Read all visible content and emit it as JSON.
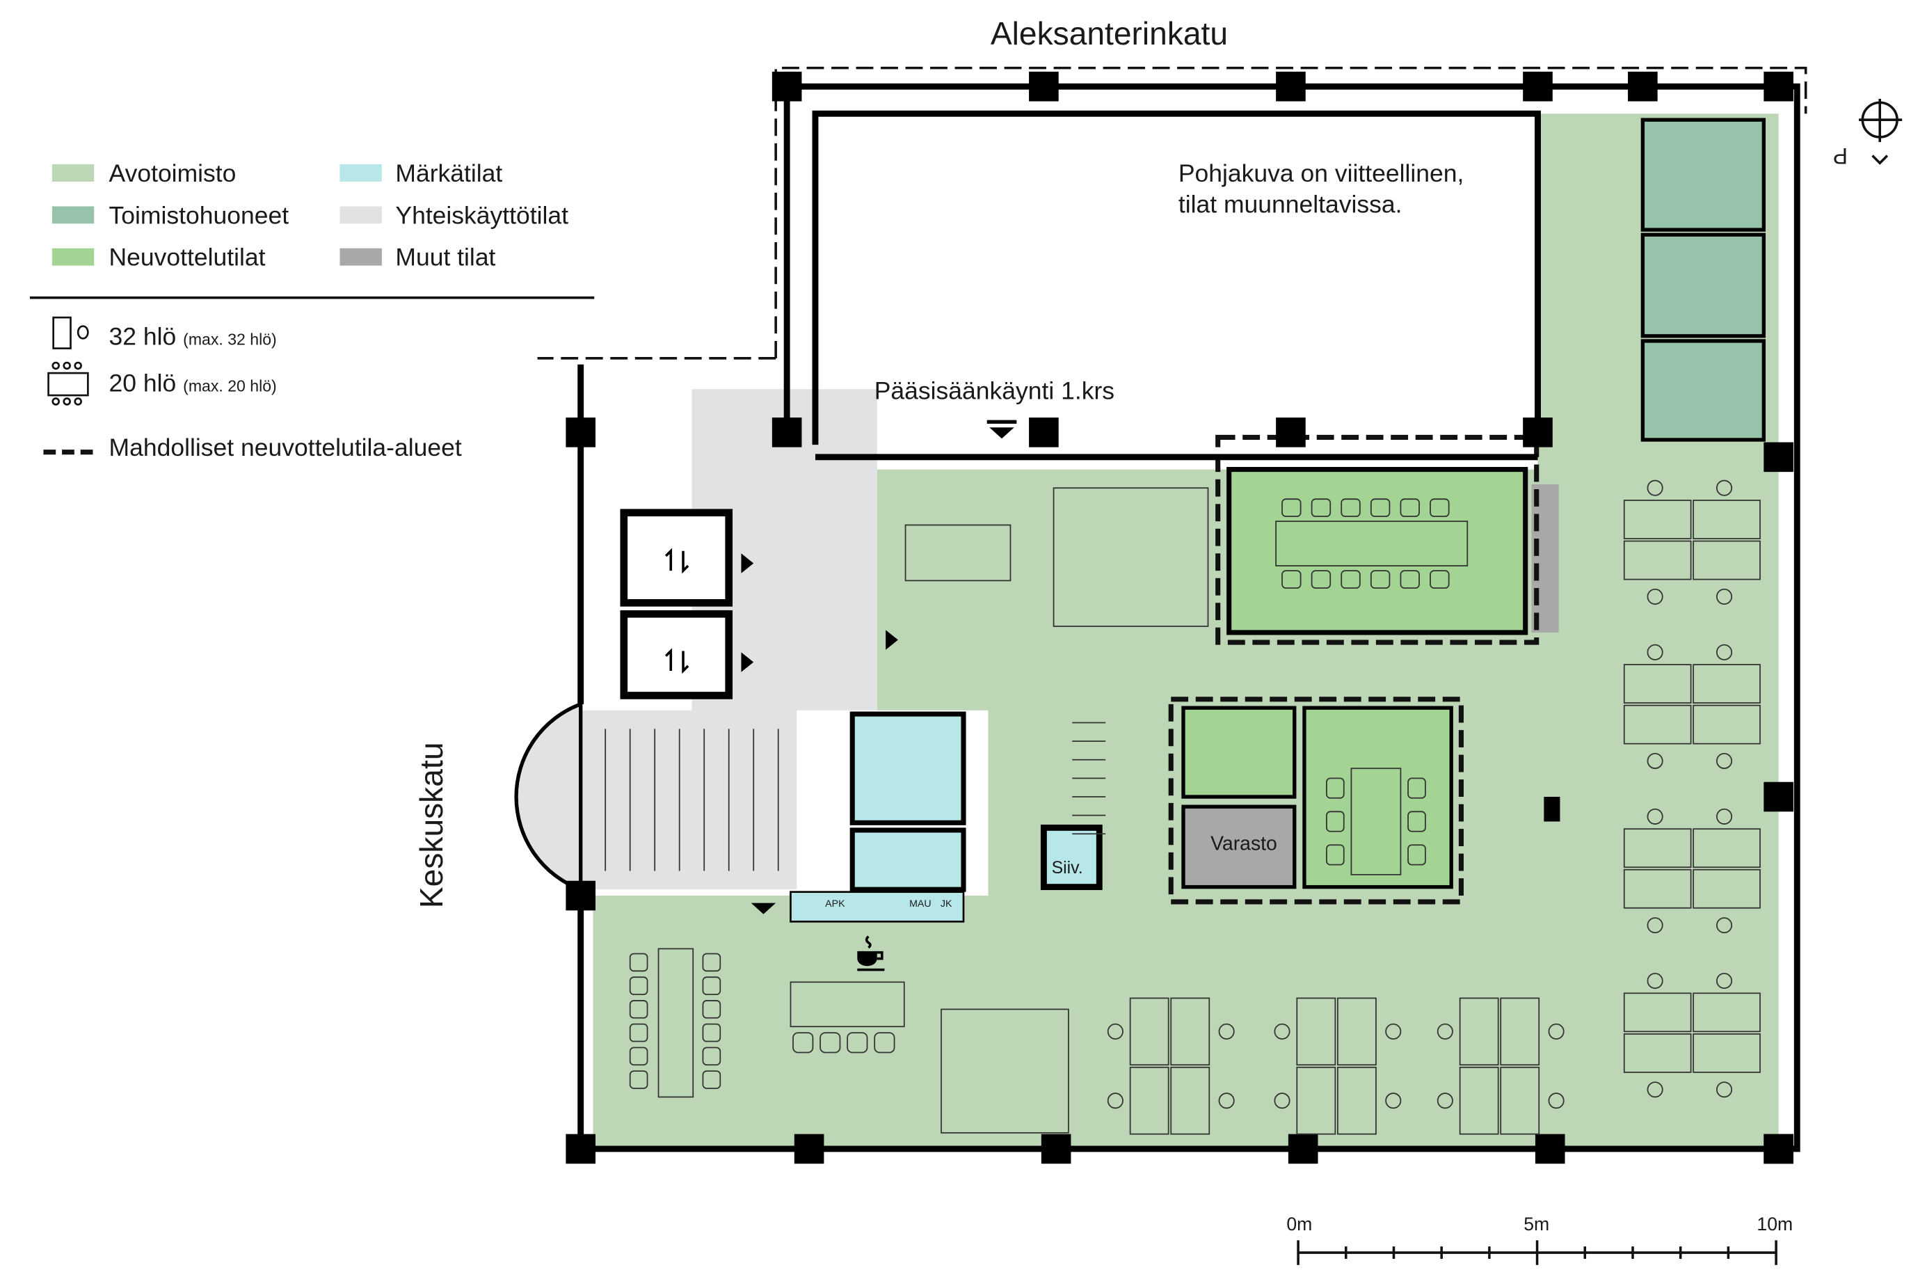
{
  "streets": {
    "north": "Aleksanterinkatu",
    "west": "Keskuskatu"
  },
  "legend": {
    "categories": [
      {
        "label": "Avotoimisto",
        "color": "#bdd6b5"
      },
      {
        "label": "Toimistohuoneet",
        "color": "#97c3ab"
      },
      {
        "label": "Neuvottelutilat",
        "color": "#a3d493"
      },
      {
        "label": "Märkätilat",
        "color": "#b8e7ea"
      },
      {
        "label": "Yhteiskäyttötilat",
        "color": "#e1e2e4"
      },
      {
        "label": "Muut tilat",
        "color": "#a8a8a8"
      }
    ],
    "capacity": [
      {
        "main": "32 hlö",
        "note": "(max. 32 hlö)",
        "icon": "standing-table-icon"
      },
      {
        "main": "20 hlö",
        "note": "(max. 20 hlö)",
        "icon": "meeting-table-icon"
      }
    ],
    "dashed_label": "Mahdolliset neuvottelutila-alueet"
  },
  "note": {
    "line1": "Pohjakuva on viitteellinen,",
    "line2": "tilat muunneltavissa."
  },
  "entrance_label": "Pääsisäänkäynti 1.krs",
  "rooms": {
    "storage": "Varasto",
    "cleaning": "Siiv.",
    "apk": "APK",
    "mau": "MAU",
    "jk": "JK"
  },
  "icons": {
    "compass": "north-arrow-icon",
    "coffee": "coffee-icon",
    "elevator": "elevator-icon"
  },
  "scale": {
    "labels": [
      "0m",
      "5m",
      "10m"
    ]
  }
}
